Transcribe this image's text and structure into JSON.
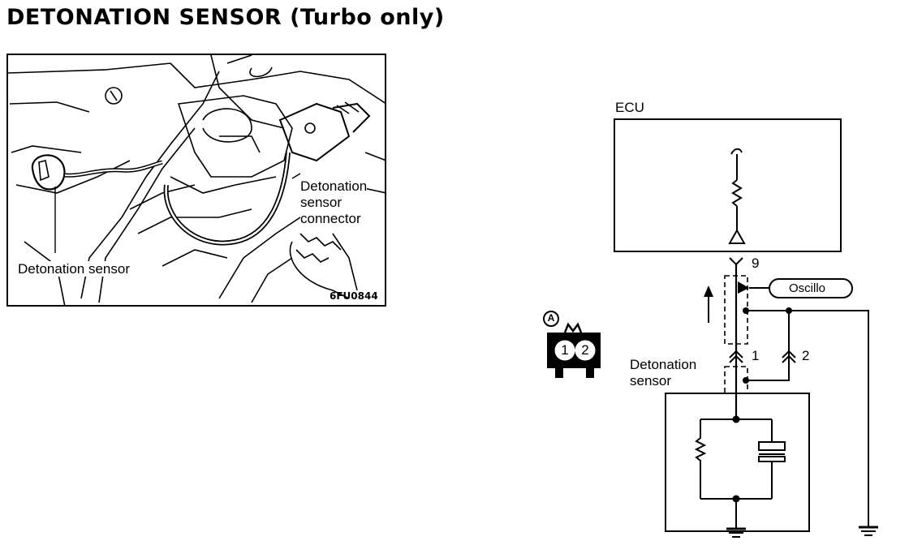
{
  "title": "DETONATION SENSOR (Turbo only)",
  "photo": {
    "label_sensor": "Detonation sensor",
    "label_connector": [
      "Detonation",
      "sensor",
      "connector"
    ],
    "figure_code": "6FU0844"
  },
  "schematic": {
    "ecu_label": "ECU",
    "pin_9": "9",
    "oscillo_label": "Oscillo",
    "pin_1": "1",
    "pin_2": "2",
    "sensor_label": [
      "Detonation",
      "sensor"
    ],
    "connector_letter": "A",
    "connector_pins": [
      "1",
      "2"
    ]
  }
}
